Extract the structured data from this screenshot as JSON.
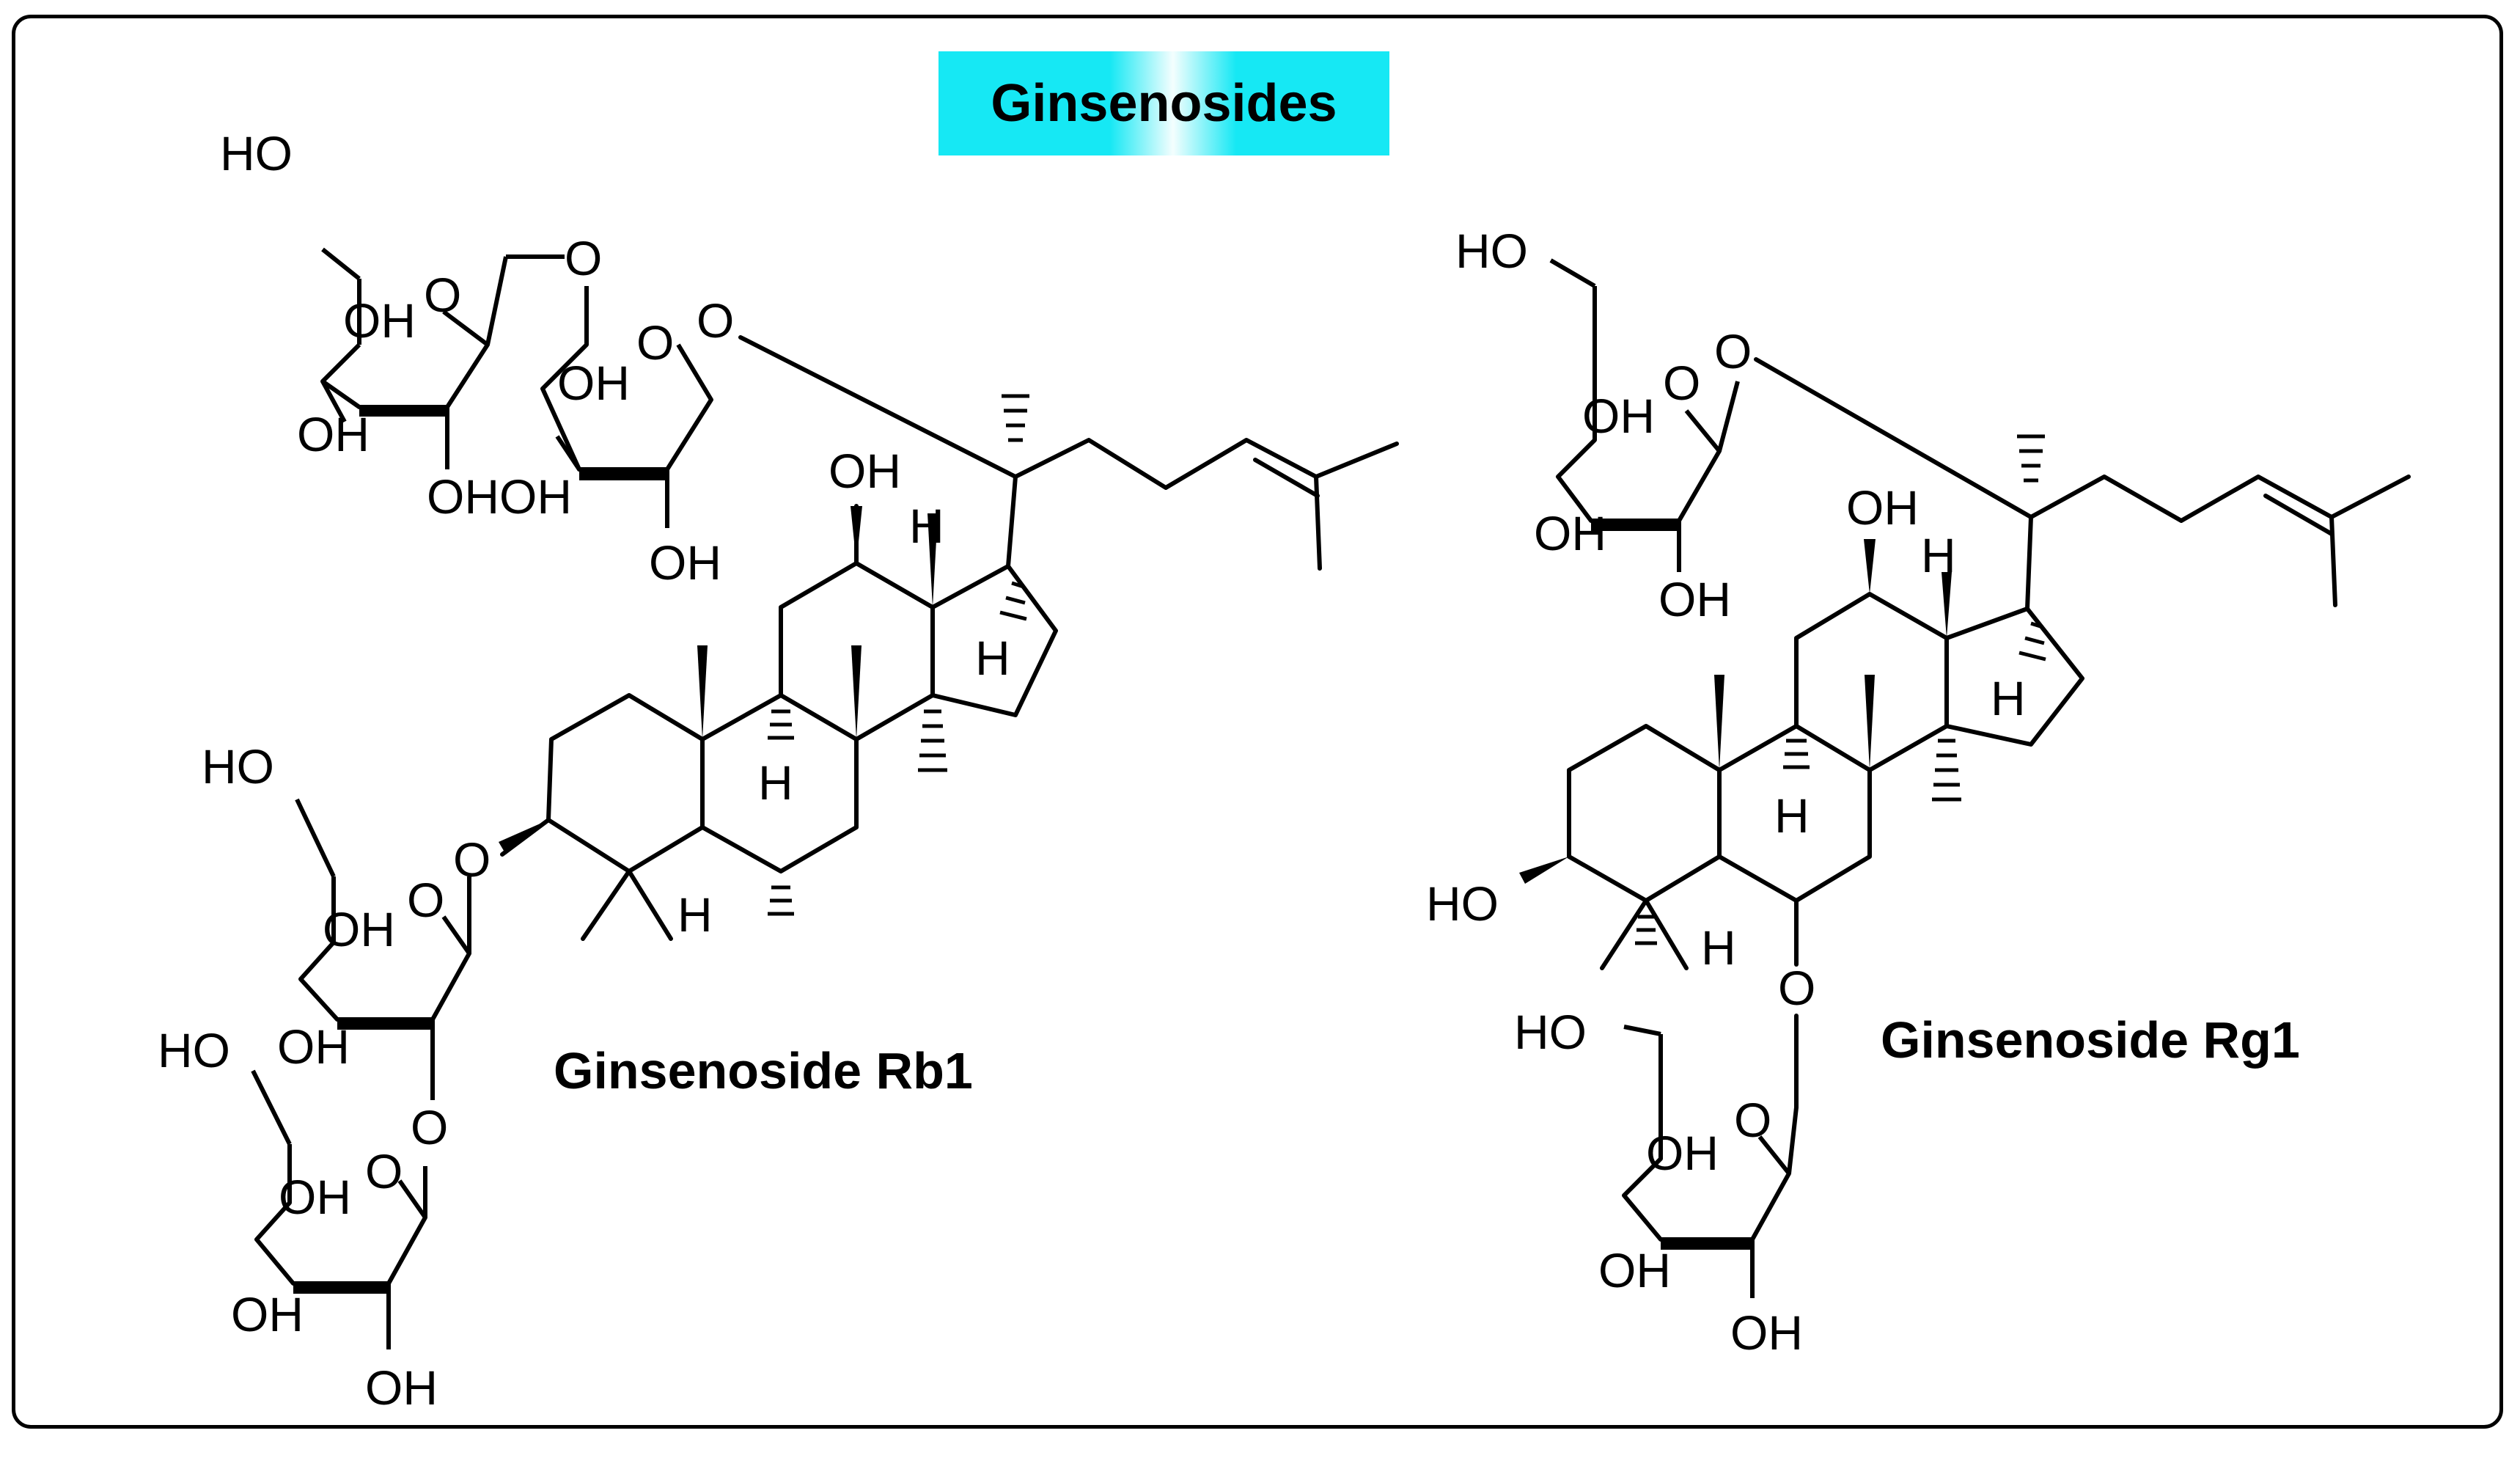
{
  "title": "Ginsenosides",
  "compounds": [
    {
      "name": "Ginsenoside Rb1"
    },
    {
      "name": "Ginsenoside Rg1"
    }
  ],
  "atom_labels": {
    "oh": "OH",
    "ho": "HO",
    "o": "O",
    "h": "H",
    "ohoh": "OHOH"
  },
  "colors": {
    "title_background": "#16e8f4",
    "border": "#000000",
    "bonds": "#000000"
  }
}
